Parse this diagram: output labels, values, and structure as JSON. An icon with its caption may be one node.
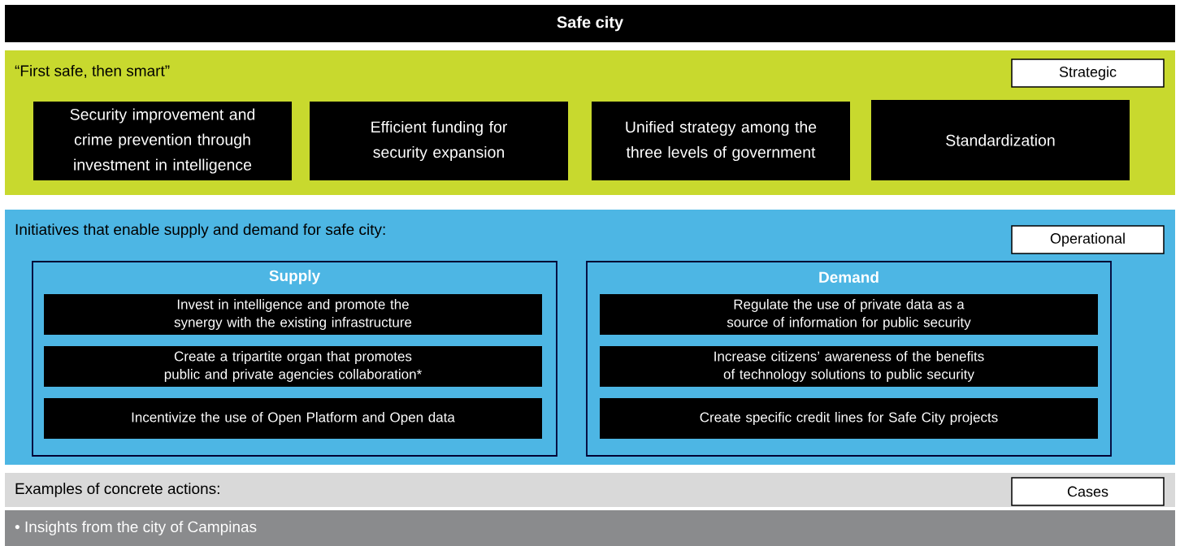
{
  "diagram": {
    "nodes": [
      {
        "text": [
          "Safe city"
        ]
      },
      {
        "text": [
          "“First safe, then smart”"
        ]
      },
      {
        "text": [
          "Strategic"
        ],
        "in": 1
      },
      {
        "text": [
          "Security improvement and crime prevention through investment in intelligence"
        ],
        "in": 1
      },
      {
        "text": [
          "Efficient funding for security expansion"
        ],
        "in": 1
      },
      {
        "text": [
          "Unified strategy among the three levels of government"
        ],
        "in": 1
      },
      {
        "text": [
          "Standardization"
        ],
        "in": 1
      },
      {
        "text": [
          "Initiatives that enable supply and demand for safe city:"
        ]
      },
      {
        "text": [
          "Operational"
        ],
        "in": 7
      },
      {
        "text": [
          "Supply"
        ],
        "in": 7
      },
      {
        "text": [
          "Invest in intelligence and promote the synergy with the existing infrastructure"
        ],
        "in": 9
      },
      {
        "text": [
          "Create a tripartite organ that promotes public and private agencies collaboration*"
        ],
        "in": 9
      },
      {
        "text": [
          "Incentivize the use of Open Platform and Open data"
        ],
        "in": 9
      },
      {
        "text": [
          "Demand"
        ],
        "in": 7
      },
      {
        "text": [
          "Regulate the use of private data as a source of information for public security"
        ],
        "in": 13
      },
      {
        "text": [
          "Increase citizens’ awareness of the benefits of technology solutions to public security"
        ],
        "in": 13
      },
      {
        "text": [
          "Create specific credit lines for Safe City projects"
        ],
        "in": 13
      },
      {
        "text": [
          "Examples of concrete actions:"
        ]
      },
      {
        "text": [
          "Cases"
        ],
        "in": 17
      },
      {
        "text": [
          "• Insights from the city of Campinas"
        ]
      }
    ]
  }
}
